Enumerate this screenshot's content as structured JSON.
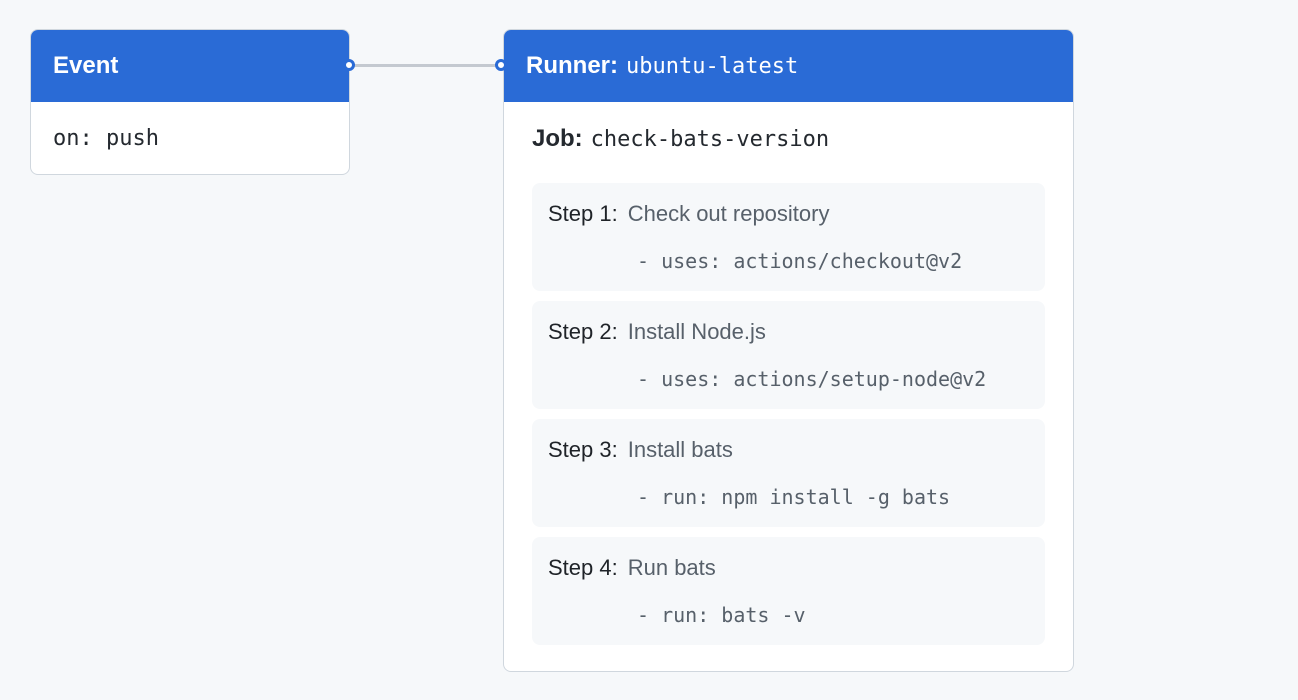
{
  "event": {
    "title": "Event",
    "trigger": "on: push"
  },
  "runner": {
    "label": "Runner:",
    "value": "ubuntu-latest"
  },
  "job": {
    "label": "Job:",
    "value": "check-bats-version"
  },
  "steps": [
    {
      "number": "Step 1:",
      "name": "Check out repository",
      "code": "- uses: actions/checkout@v2"
    },
    {
      "number": "Step 2:",
      "name": "Install Node.js",
      "code": "- uses: actions/setup-node@v2"
    },
    {
      "number": "Step 3:",
      "name": "Install bats",
      "code": "- run: npm install -g bats"
    },
    {
      "number": "Step 4:",
      "name": "Run bats",
      "code": "- run: bats -v"
    }
  ],
  "colors": {
    "header": "#2a6bd6",
    "background": "#f6f8fa",
    "step_background": "#f6f8fa",
    "connector": "#c4c9d0"
  }
}
